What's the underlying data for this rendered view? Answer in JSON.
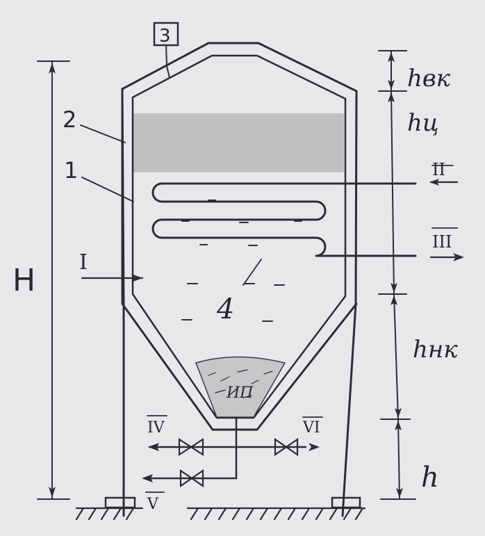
{
  "labels": {
    "lid_tag": "3",
    "wall_outer": "2",
    "wall_inner": "1",
    "coil": "4",
    "height_total": "H",
    "height_top": "hвк",
    "height_cyl": "hц",
    "height_cone": "hнк",
    "height_base": "h",
    "stream_1": "I",
    "stream_2": "II",
    "stream_3": "III",
    "stream_4": "IV",
    "stream_5": "V",
    "stream_6": "VI",
    "sediment": "ИП"
  },
  "colors": {
    "ink": "#2c2c38",
    "paper": "#e9e7ea",
    "foam": "#b9b7bb",
    "sediment": "#c9c6c9"
  }
}
